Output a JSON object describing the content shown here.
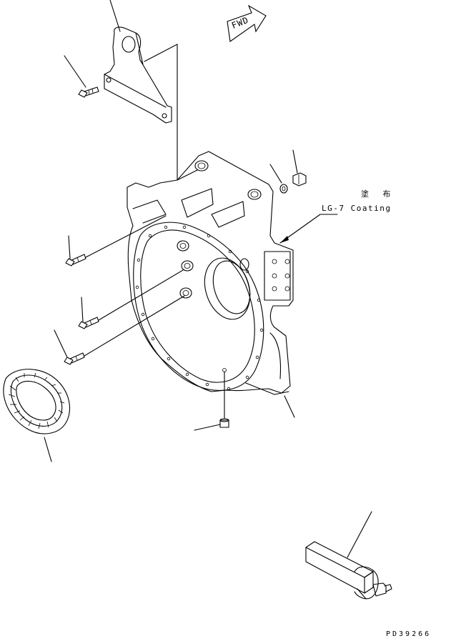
{
  "direction_marker": {
    "text": "FWD"
  },
  "annotation": {
    "japanese": "塗 布",
    "english": "LG-7 Coating"
  },
  "drawing_code": "PD39266"
}
